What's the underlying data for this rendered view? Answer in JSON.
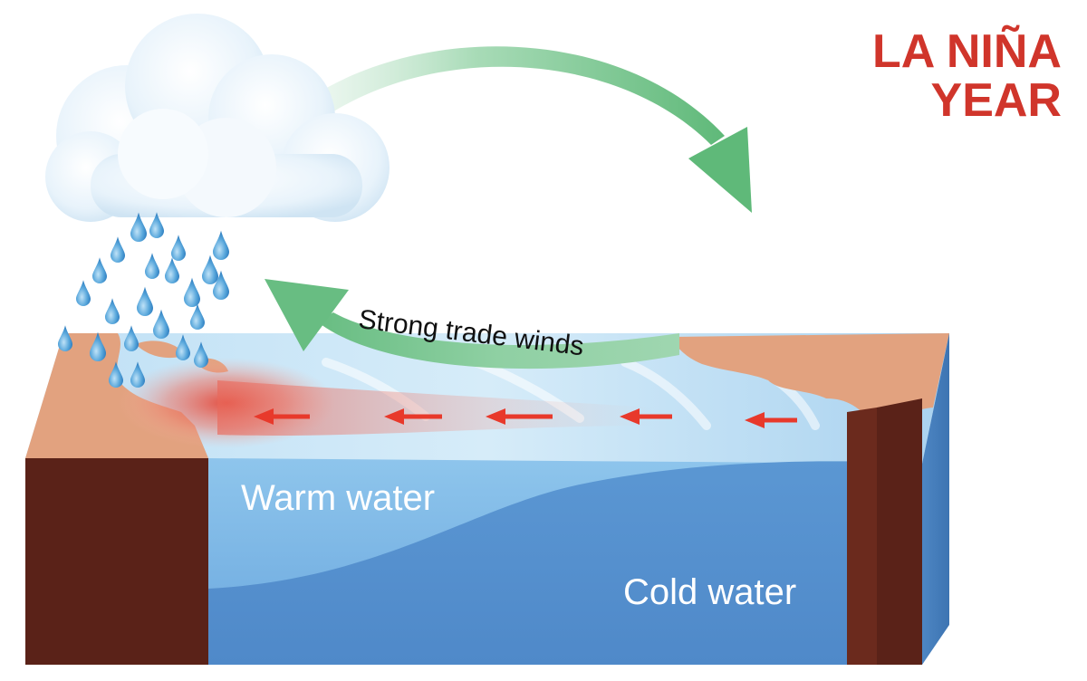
{
  "title": {
    "line1": "LA NIÑA",
    "line2": "YEAR"
  },
  "labels": {
    "trade_winds": "Strong trade winds",
    "warm_water": "Warm water",
    "cold_water": "Cold water"
  },
  "colors": {
    "title_red": "#d0352b",
    "ocean_surface": "#c9e3f6",
    "ocean_front_light": "#8cc3ea",
    "ocean_front_deep": "#5a94d0",
    "land": "#e2a27f",
    "earth_side": "#5a2218",
    "arrow_green": "#74c289",
    "current_red": "#e8392b",
    "cloud": "#eef6fd",
    "rain_drop": "#4f9fd8"
  },
  "icons": {
    "cloud": "rain-cloud-icon",
    "rain": "raindrop-icon",
    "arrows": "curved-arrow-icon"
  }
}
